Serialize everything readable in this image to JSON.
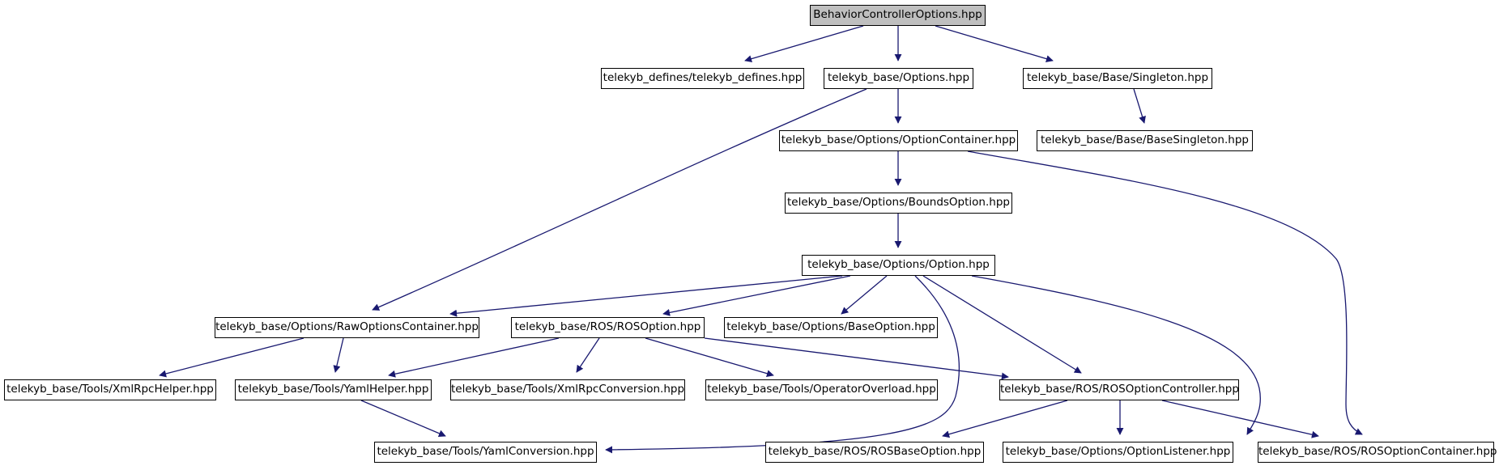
{
  "graph": {
    "root": "BehaviorControllerOptions.hpp",
    "colors": {
      "edge": "#191970",
      "root_fill": "#bfbfbf",
      "node_fill": "#ffffff",
      "border": "#000000"
    },
    "nodes": {
      "root": "BehaviorControllerOptions.hpp",
      "defines": "telekyb_defines/telekyb_defines.hpp",
      "options": "telekyb_base/Options.hpp",
      "singleton": "telekyb_base/Base/Singleton.hpp",
      "optcontainer": "telekyb_base/Options/OptionContainer.hpp",
      "basesingleton": "telekyb_base/Base/BaseSingleton.hpp",
      "bounds": "telekyb_base/Options/BoundsOption.hpp",
      "option": "telekyb_base/Options/Option.hpp",
      "rawcontainer": "telekyb_base/Options/RawOptionsContainer.hpp",
      "rosoption": "telekyb_base/ROS/ROSOption.hpp",
      "baseoption": "telekyb_base/Options/BaseOption.hpp",
      "xmlrpchelper": "telekyb_base/Tools/XmlRpcHelper.hpp",
      "yamlhelper": "telekyb_base/Tools/YamlHelper.hpp",
      "xmlrpcconv": "telekyb_base/Tools/XmlRpcConversion.hpp",
      "opoverload": "telekyb_base/Tools/OperatorOverload.hpp",
      "roscontroller": "telekyb_base/ROS/ROSOptionController.hpp",
      "yamlconv": "telekyb_base/Tools/YamlConversion.hpp",
      "rosbase": "telekyb_base/ROS/ROSBaseOption.hpp",
      "listener": "telekyb_base/Options/OptionListener.hpp",
      "roscontainer": "telekyb_base/ROS/ROSOptionContainer.hpp"
    },
    "edges": [
      [
        "root",
        "defines"
      ],
      [
        "root",
        "options"
      ],
      [
        "root",
        "singleton"
      ],
      [
        "options",
        "optcontainer"
      ],
      [
        "options",
        "rawcontainer"
      ],
      [
        "singleton",
        "basesingleton"
      ],
      [
        "optcontainer",
        "bounds"
      ],
      [
        "optcontainer",
        "roscontainer"
      ],
      [
        "bounds",
        "option"
      ],
      [
        "option",
        "rawcontainer"
      ],
      [
        "option",
        "rosoption"
      ],
      [
        "option",
        "baseoption"
      ],
      [
        "option",
        "yamlconv"
      ],
      [
        "option",
        "roscontroller"
      ],
      [
        "option",
        "listener"
      ],
      [
        "rawcontainer",
        "xmlrpchelper"
      ],
      [
        "rawcontainer",
        "yamlhelper"
      ],
      [
        "rosoption",
        "yamlhelper"
      ],
      [
        "rosoption",
        "xmlrpcconv"
      ],
      [
        "rosoption",
        "opoverload"
      ],
      [
        "rosoption",
        "roscontroller"
      ],
      [
        "yamlhelper",
        "yamlconv"
      ],
      [
        "roscontroller",
        "rosbase"
      ],
      [
        "roscontroller",
        "listener"
      ],
      [
        "roscontroller",
        "roscontainer"
      ]
    ]
  }
}
